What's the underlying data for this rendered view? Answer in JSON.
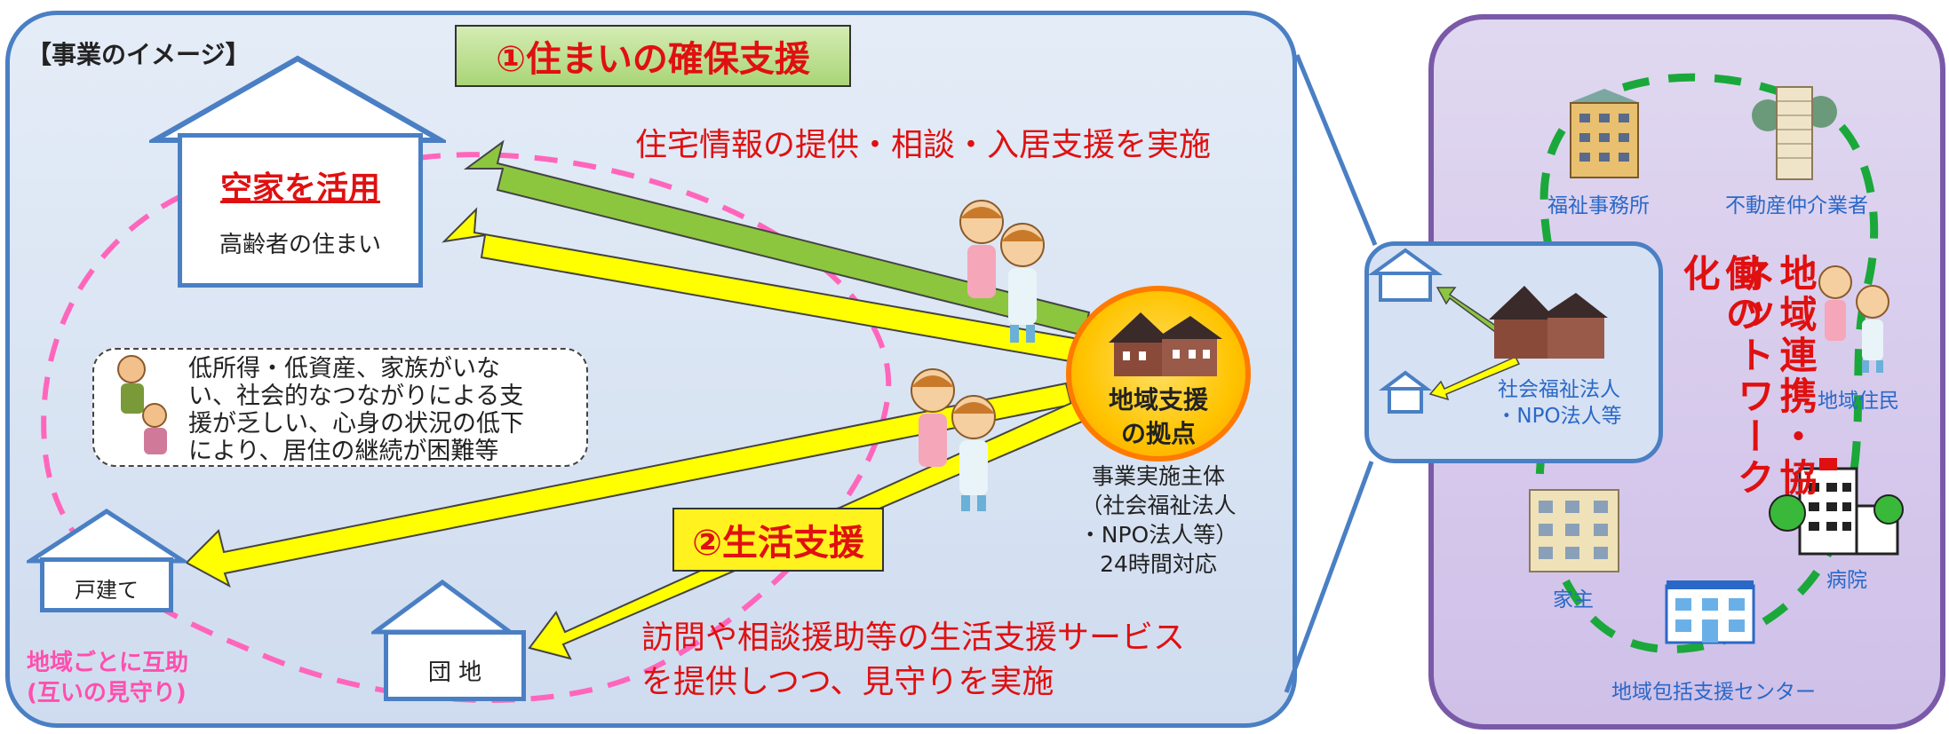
{
  "left": {
    "title": "【事業のイメージ】",
    "banner1": "①住まいの確保支援",
    "line1": "住宅情報の提供・相談・入居支援を実施",
    "vacant_title": "空家を活用",
    "vacant_sub": "高齢者の住まい",
    "note_lines": [
      "低所得・低資産、家族がいな",
      "い、社会的なつながりによる支",
      "援が乏しい、心身の状況の低下",
      "により、居住の継続が困難等"
    ],
    "hub_lines": [
      "地域支援",
      "の拠点"
    ],
    "operator_lines": [
      "事業実施主体",
      "（社会福祉法人",
      "・NPO法人等）",
      "24時間対応"
    ],
    "banner2": "②生活支援",
    "house_detached": "戸建て",
    "house_danchi": "団 地",
    "mutual_lines": [
      "地域ごとに互助",
      "(互いの見守り)"
    ],
    "support_lines": [
      "訪問や相談援助等の生活支援サービス",
      "を提供しつつ、見守りを実施"
    ]
  },
  "right": {
    "zoom_label_lines": [
      "社会福祉法人",
      "・NPO法人等"
    ],
    "welfare_office": "福祉事務所",
    "realtor": "不動産仲介業者",
    "residents": "地域住民",
    "hospital": "病院",
    "landlord": "家主",
    "center": "地域包括支援センター",
    "network_col1": "地域連携・協働の",
    "network_col2": "ネットワーク化"
  },
  "colors": {
    "accent_red": "#e01010",
    "panel_blue": "#4a7fc4",
    "panel_purple": "#7a5aa8",
    "arrow_green": "#8cc63f",
    "arrow_yellow": "#ffff00",
    "dash_pink": "#ff66bb",
    "dash_green": "#1aa83a"
  }
}
